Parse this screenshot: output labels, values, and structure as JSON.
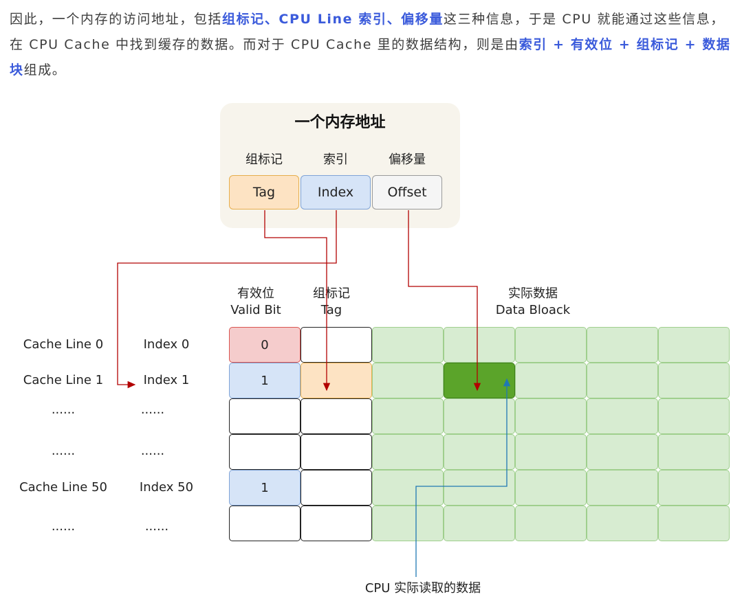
{
  "paragraph": {
    "s1": "因此，一个内存的访问地址，包括",
    "h1": "组标记、CPU Line 索引、偏移量",
    "s2": "这三种信息，于是 CPU 就能通过这些信息，在 CPU Cache 中找到缓存的数据。而对于 CPU Cache 里的数据结构，则是由",
    "h2": "索引 + 有效位 + 组标记 + 数据块",
    "s3": "组成。"
  },
  "address": {
    "title": "一个内存地址",
    "fields": [
      {
        "label": "组标记",
        "value": "Tag"
      },
      {
        "label": "索引",
        "value": "Index"
      },
      {
        "label": "偏移量",
        "value": "Offset"
      }
    ]
  },
  "table": {
    "valid_header": [
      "有效位",
      "Valid Bit"
    ],
    "tag_header": [
      "组标记",
      "Tag"
    ],
    "data_header": [
      "实际数据",
      "Data Bloack"
    ],
    "rows": [
      {
        "line": "Cache Line 0",
        "index": "Index 0",
        "valid": "0"
      },
      {
        "line": "Cache Line 1",
        "index": "Index 1",
        "valid": "1"
      },
      {
        "line": "......",
        "index": "......",
        "valid": ""
      },
      {
        "line": "......",
        "index": "......",
        "valid": ""
      },
      {
        "line": "Cache Line 50",
        "index": "Index 50",
        "valid": "1"
      },
      {
        "line": "......",
        "index": "......",
        "valid": ""
      }
    ]
  },
  "caption": "CPU 实际读取的数据",
  "colors": {
    "tag": "#fde3c3",
    "index": "#d6e4f7",
    "offset": "#f5f5f5",
    "valid0": "#f5cccc",
    "selected": "#5ba42a",
    "data": "#d7ecd1",
    "arrow_red": "#b20000",
    "arrow_blue": "#1f78b4",
    "highlight_text": "#3b5bdb"
  }
}
